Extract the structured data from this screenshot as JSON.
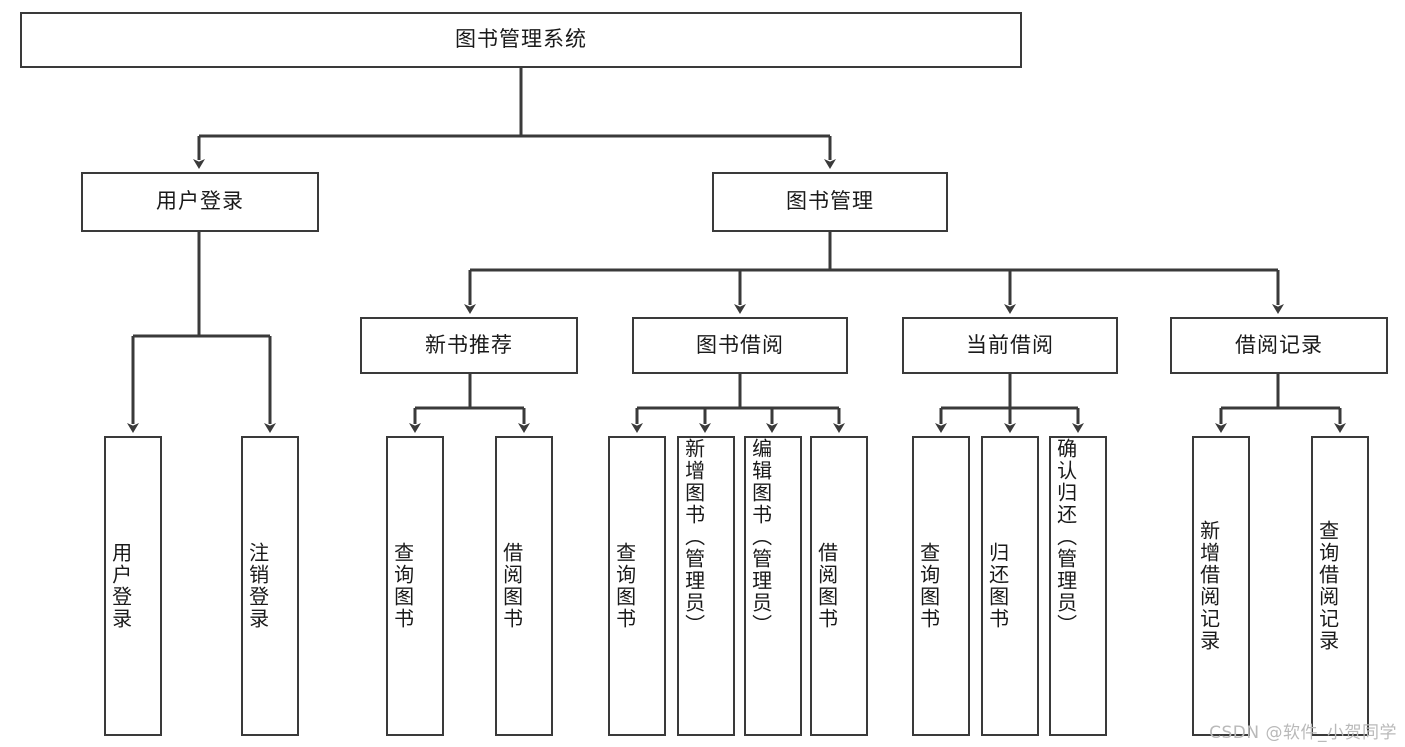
{
  "diagram": {
    "type": "tree",
    "title": "图书管理系统",
    "style": {
      "box_fill": "#ffffff",
      "box_stroke": "#3a3a3a",
      "text_color": "#1a1a1a",
      "background": "#ffffff",
      "watermark_color": "#b9b9b9"
    },
    "root": {
      "label": "图书管理系统"
    },
    "level1": [
      {
        "label": "用户登录"
      },
      {
        "label": "图书管理"
      }
    ],
    "level2": [
      {
        "label": "新书推荐"
      },
      {
        "label": "图书借阅"
      },
      {
        "label": "当前借阅"
      },
      {
        "label": "借阅记录"
      }
    ],
    "leaves": {
      "user_login": [
        {
          "label": "用户登录"
        },
        {
          "label": "注销登录"
        }
      ],
      "new_book": [
        {
          "label": "查询图书"
        },
        {
          "label": "借阅图书"
        }
      ],
      "borrow": [
        {
          "label": "查询图书"
        },
        {
          "label": "新增图书（管理员）"
        },
        {
          "label": "编辑图书（管理员）"
        },
        {
          "label": "借阅图书"
        }
      ],
      "current": [
        {
          "label": "查询图书"
        },
        {
          "label": "归还图书"
        },
        {
          "label": "确认归还（管理员）"
        }
      ],
      "records": [
        {
          "label": "新增借阅记录"
        },
        {
          "label": "查询借阅记录"
        }
      ]
    },
    "watermark": "CSDN @软件_小贺同学"
  }
}
